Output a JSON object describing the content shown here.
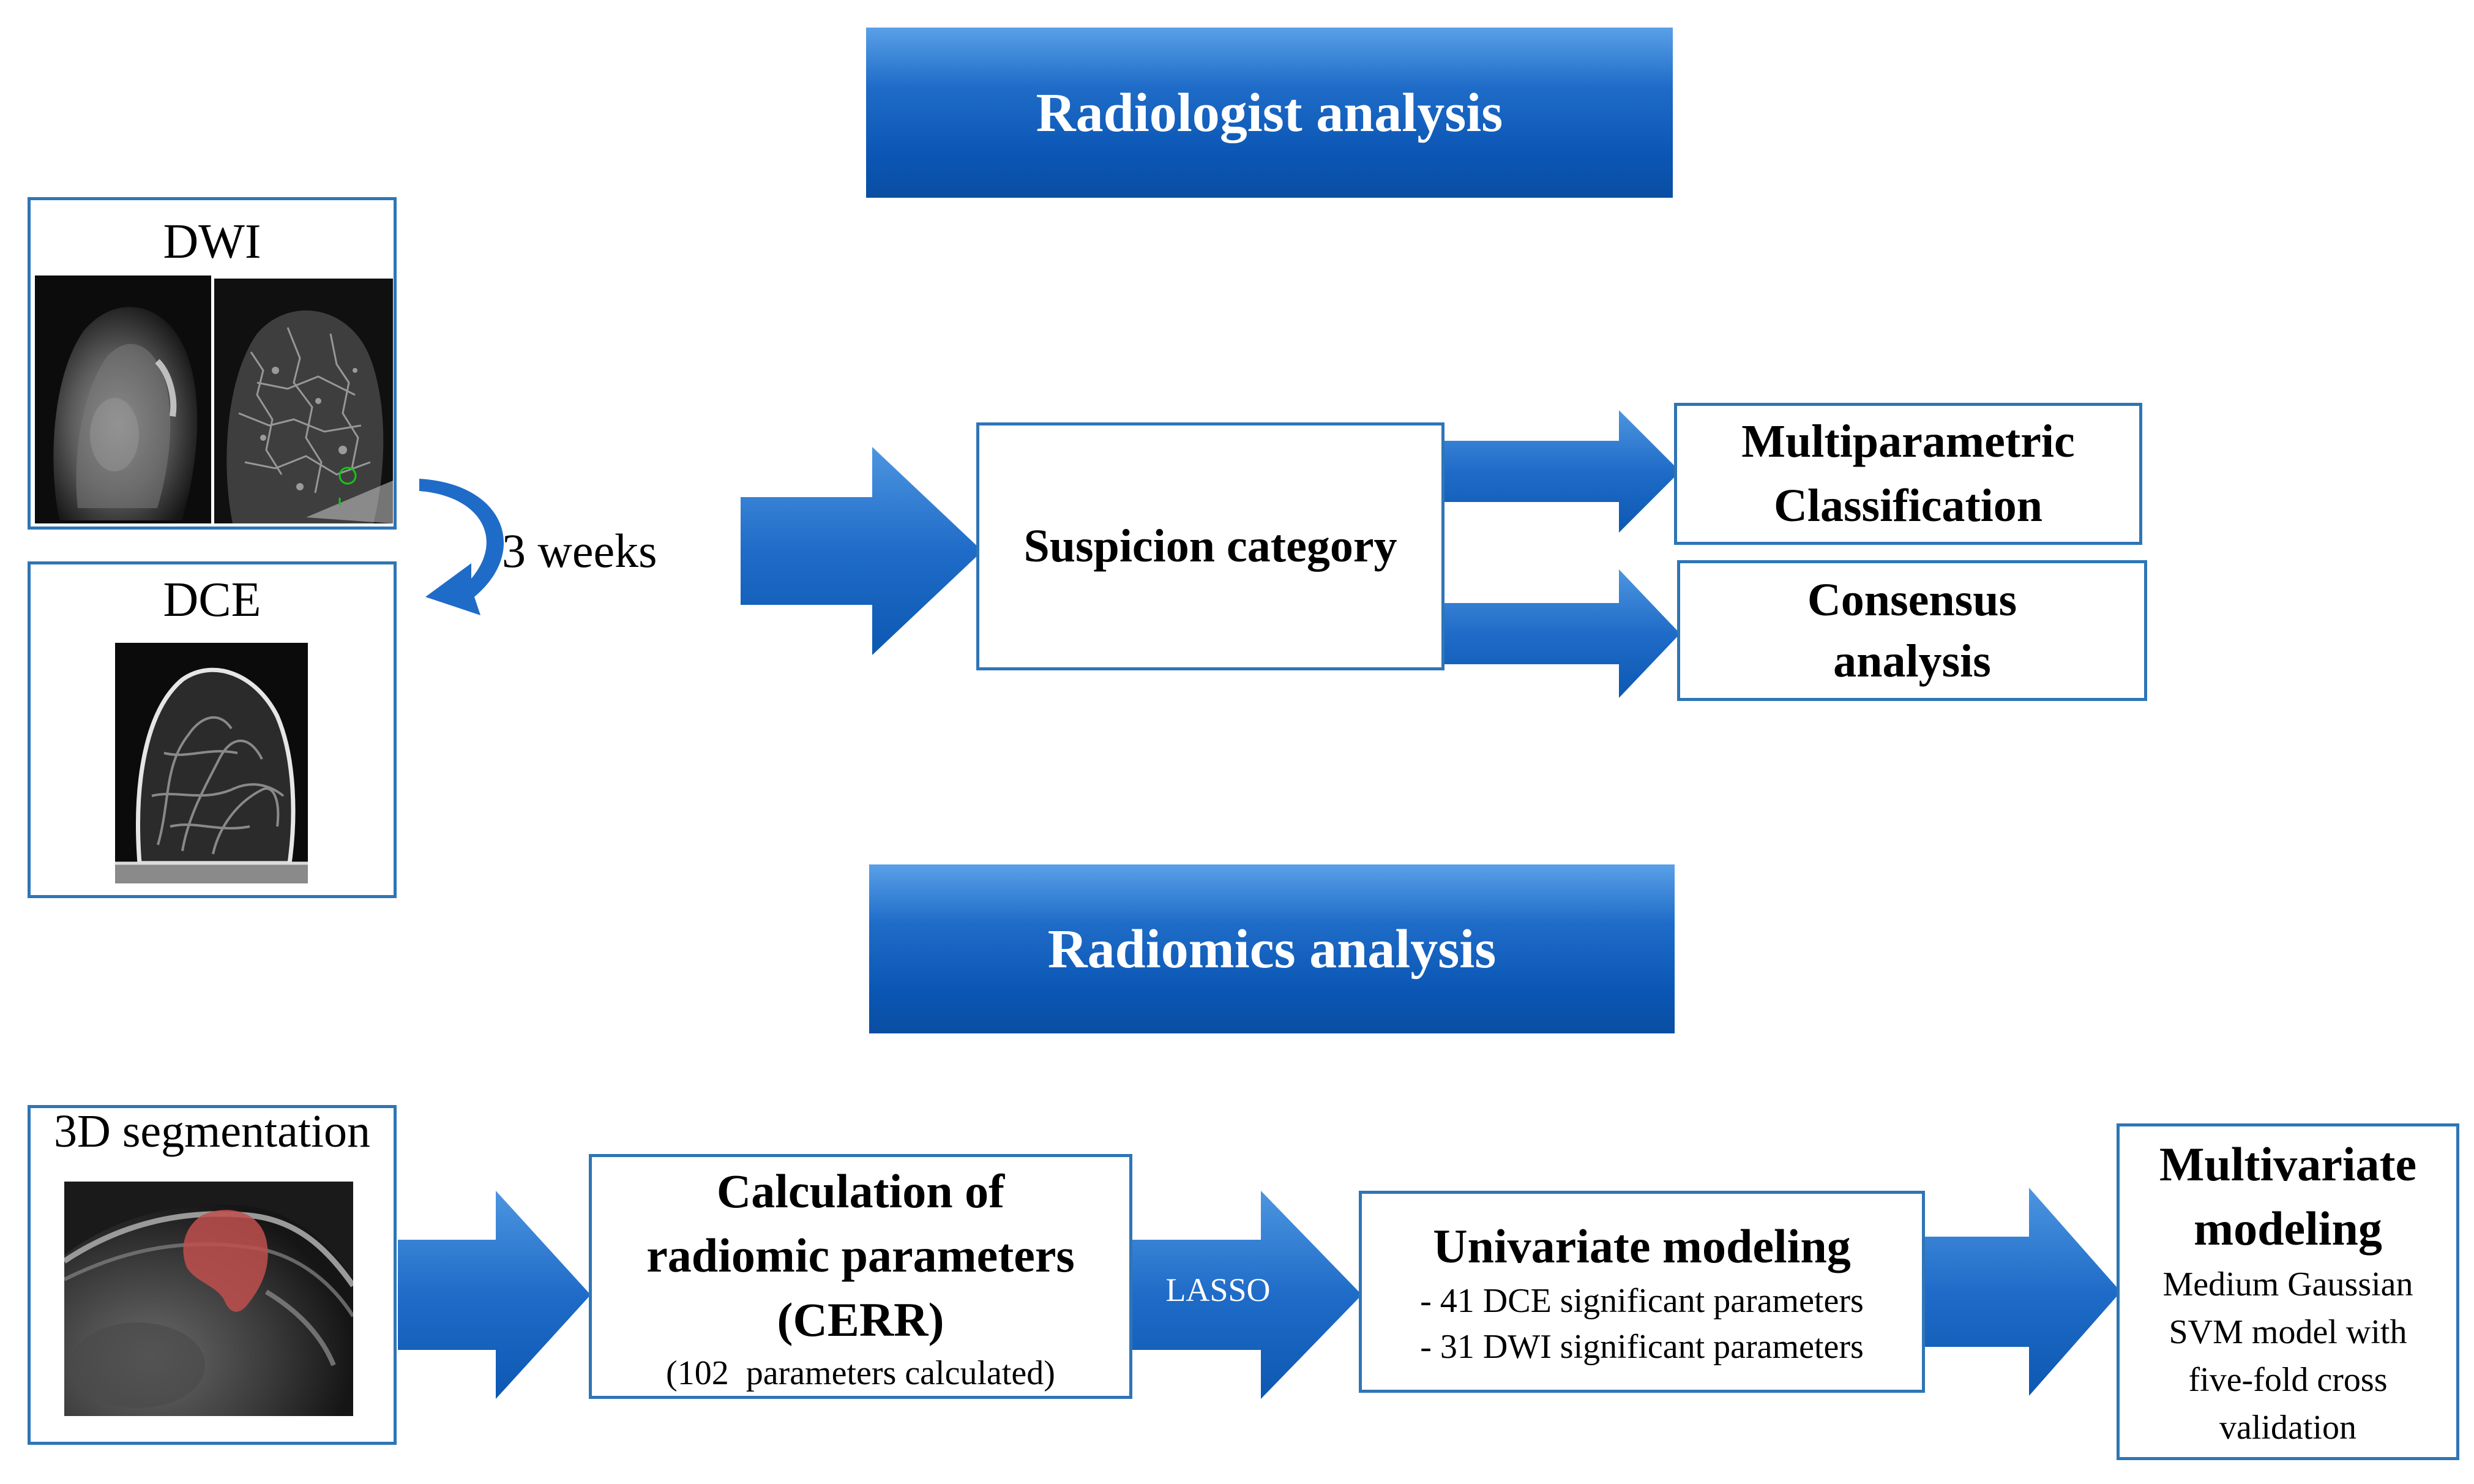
{
  "colors": {
    "accent_blue": "#1f6cc8",
    "box_border": "#2e75b6",
    "segmentation_red": "#c0504d"
  },
  "radiologist": {
    "banner": "Radiologist analysis",
    "dwi_label": "DWI",
    "dce_label": "DCE",
    "interval_label": "3 weeks",
    "suspicion": "Suspicion category",
    "multiparametric_line1": "Multiparametric",
    "multiparametric_line2": "Classification",
    "consensus_line1": "Consensus",
    "consensus_line2": "analysis"
  },
  "radiomics": {
    "banner": "Radiomics analysis",
    "segmentation_label": "3D segmentation",
    "calc_line1": "Calculation of",
    "calc_line2": "radiomic parameters",
    "calc_line3": "(CERR)",
    "calc_note": "(102  parameters calculated)",
    "lasso_label": "LASSO",
    "univariate_title": "Univariate modeling",
    "univariate_item1": "- 41 DCE significant parameters",
    "univariate_item2": "- 31 DWI significant parameters",
    "multivariate_line1": "Multivariate",
    "multivariate_line2": "modeling",
    "multivariate_desc1": "Medium Gaussian",
    "multivariate_desc2": "SVM model with",
    "multivariate_desc3": "five-fold cross",
    "multivariate_desc4": "validation"
  }
}
